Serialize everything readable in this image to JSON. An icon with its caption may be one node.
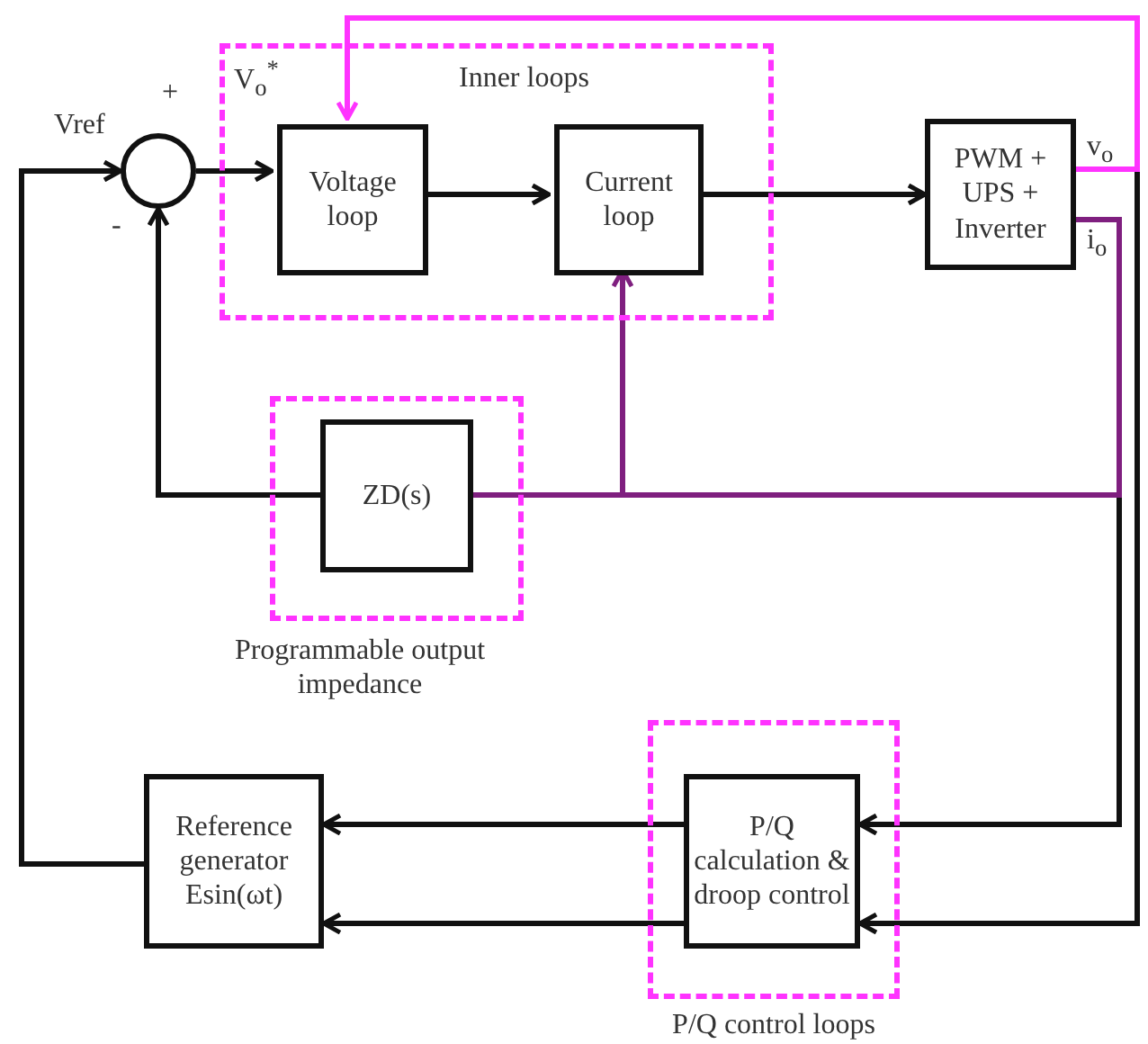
{
  "diagram": {
    "nodes": [
      {
        "text": [
          "Inner loops"
        ]
      },
      {
        "text": [],
        "shape": "circle"
      },
      {
        "text": [
          "Voltage loop"
        ],
        "in": 0
      },
      {
        "text": [
          "Current loop"
        ],
        "in": 0
      },
      {
        "text": [
          "PWM + UPS + Inverter"
        ]
      },
      {
        "text": [
          "Programmable output impedance"
        ]
      },
      {
        "text": [
          "ZD(s)"
        ],
        "in": 5
      },
      {
        "text": [
          "P/Q control loops"
        ]
      },
      {
        "text": [
          "P/Q calculation & droop control"
        ],
        "in": 7
      },
      {
        "text": [
          "Reference generator Esin(ωt)"
        ]
      }
    ],
    "edges": [
      {
        "from": 9,
        "to": 1,
        "arrow": "to"
      },
      {
        "from": 1,
        "to": 2,
        "arrow": "to"
      },
      {
        "from": 2,
        "to": 3,
        "arrow": "to"
      },
      {
        "from": 3,
        "to": 4,
        "arrow": "to"
      },
      {
        "from": 4,
        "to": 2,
        "arrow": "to",
        "color": "#ff33ff"
      },
      {
        "from": 4,
        "to": 8,
        "arrow": "to"
      },
      {
        "from": 4,
        "to": 8,
        "arrow": "to"
      },
      {
        "from": 4,
        "to": 3,
        "arrow": "to",
        "color": "#7f1f7f"
      },
      {
        "from": 4,
        "to": 6,
        "arrow": "none",
        "color": "#7f1f7f"
      },
      {
        "from": 6,
        "to": 1,
        "arrow": "to"
      },
      {
        "from": 8,
        "to": 9,
        "arrow": "to"
      },
      {
        "from": 8,
        "to": 9,
        "arrow": "to"
      }
    ],
    "labels": [
      "Vref",
      "+",
      "-",
      "V$_{o}$$^{*}$",
      "v$_{o}$",
      "i$_{o}$"
    ]
  }
}
